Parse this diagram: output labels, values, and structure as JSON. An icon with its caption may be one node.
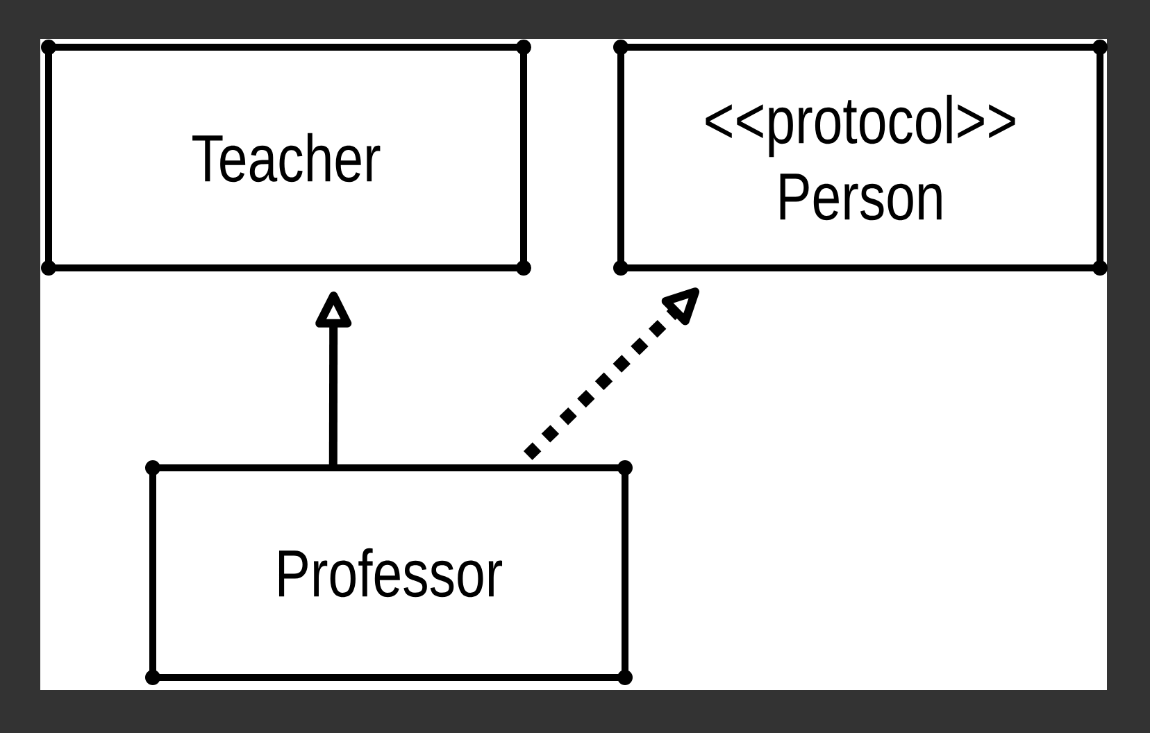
{
  "diagram": {
    "nodes": [
      {
        "text": [
          "Teacher"
        ]
      },
      {
        "text": [
          "<<protocol>>",
          "Person"
        ]
      },
      {
        "text": [
          "Professor"
        ]
      }
    ],
    "edges": [
      {
        "from": 2,
        "to": 0,
        "arrow": "to"
      },
      {
        "from": 2,
        "to": 1,
        "arrow": "to",
        "style": "dashed"
      }
    ]
  }
}
